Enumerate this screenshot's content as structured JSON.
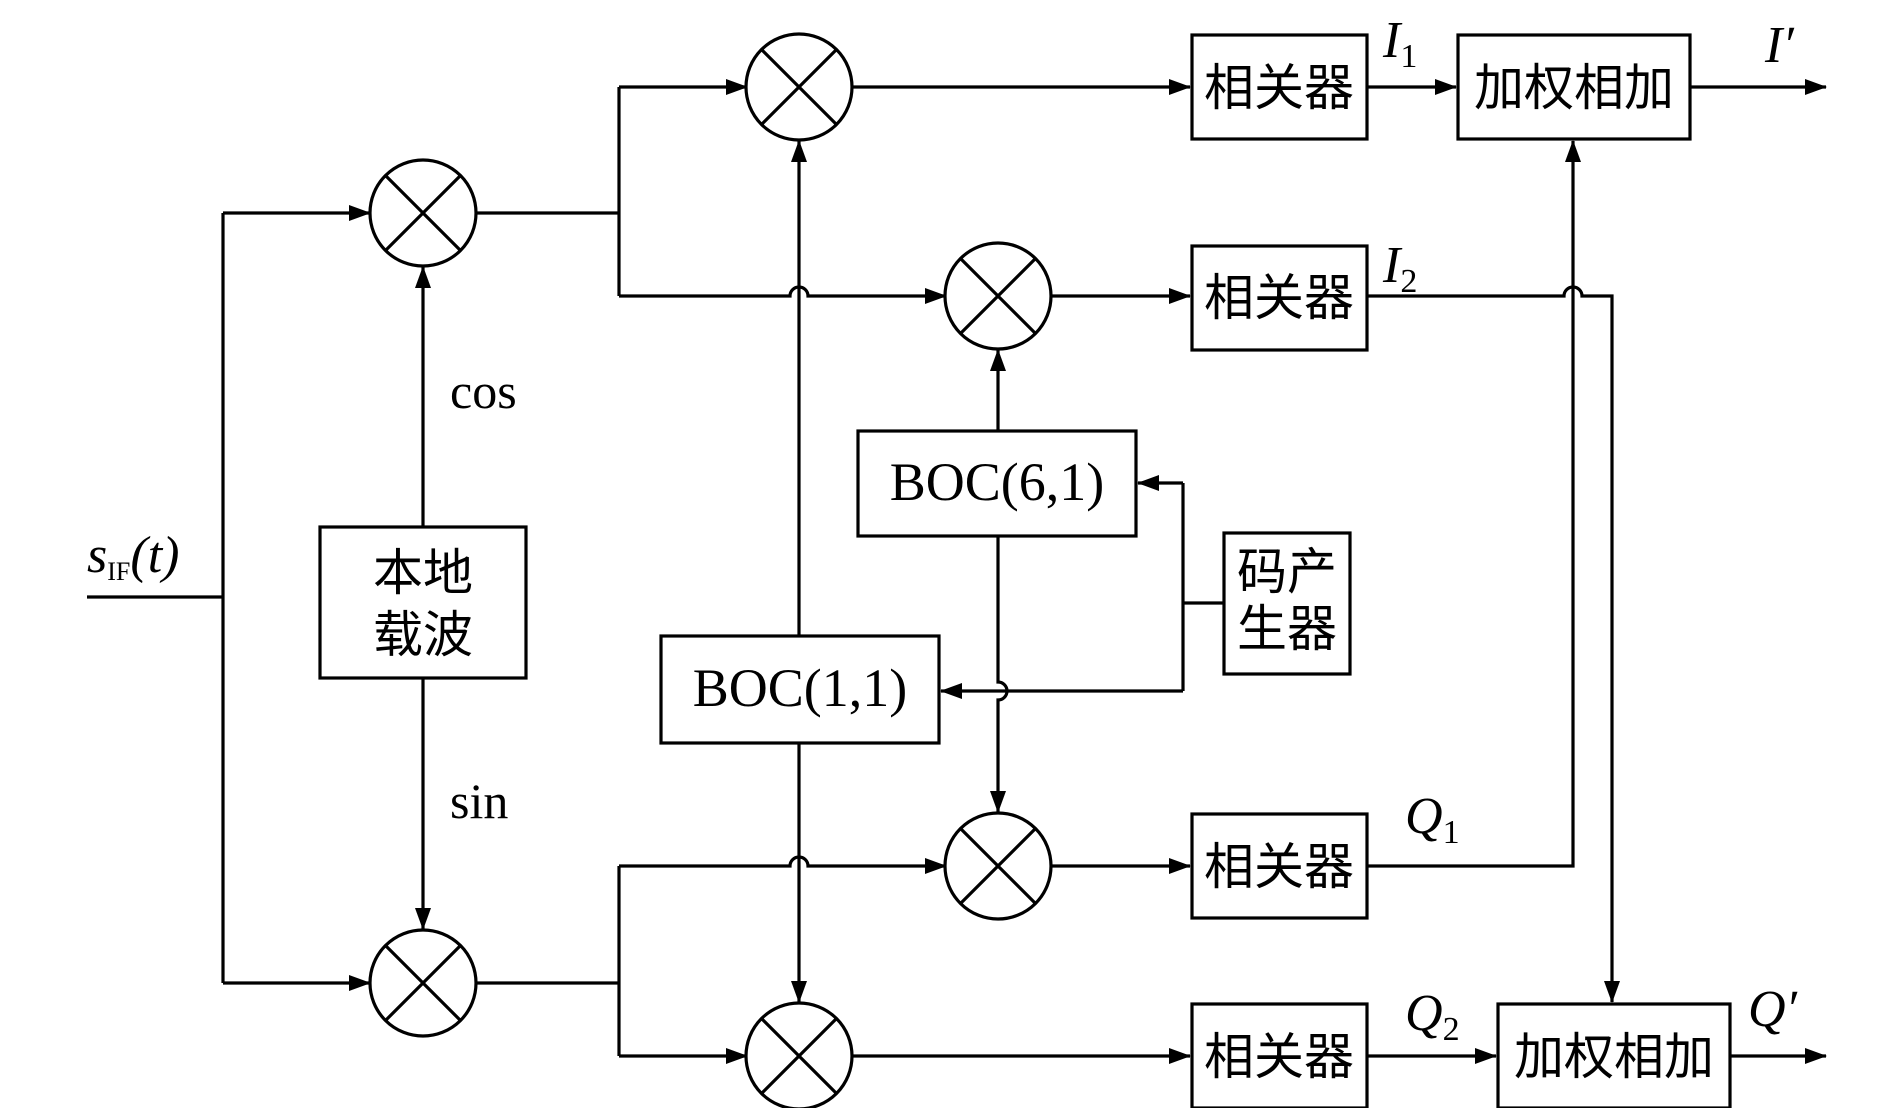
{
  "input": {
    "sym": "s",
    "sub": "IF",
    "arg": "(t)"
  },
  "carrier": {
    "line1": "本地",
    "line2": "载波",
    "cos": "cos",
    "sin": "sin"
  },
  "code_generator": {
    "line1": "码产",
    "line2": "生器"
  },
  "boc_high": "BOC(6,1)",
  "boc_low": "BOC(1,1)",
  "correlator": "相关器",
  "combiner": "加权相加",
  "signals": {
    "I1": {
      "sym": "I",
      "sub": "1"
    },
    "I2": {
      "sym": "I",
      "sub": "2"
    },
    "Q1": {
      "sym": "Q",
      "sub": "1"
    },
    "Q2": {
      "sym": "Q",
      "sub": "2"
    },
    "I_out": "I′",
    "Q_out": "Q′"
  }
}
